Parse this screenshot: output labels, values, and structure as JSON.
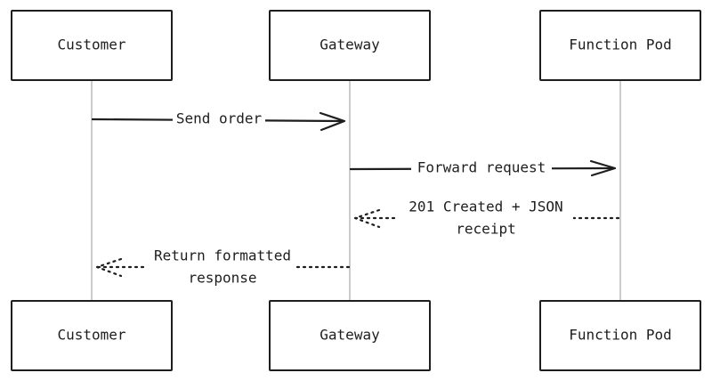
{
  "participants": [
    {
      "id": "customer",
      "label": "Customer"
    },
    {
      "id": "gateway",
      "label": "Gateway"
    },
    {
      "id": "function_pod",
      "label": "Function Pod"
    }
  ],
  "messages": [
    {
      "from": "customer",
      "to": "gateway",
      "style": "solid",
      "lines": [
        "Send order"
      ]
    },
    {
      "from": "gateway",
      "to": "function_pod",
      "style": "solid",
      "lines": [
        "Forward request"
      ]
    },
    {
      "from": "function_pod",
      "to": "gateway",
      "style": "dotted",
      "lines": [
        "201 Created + JSON",
        "receipt"
      ]
    },
    {
      "from": "gateway",
      "to": "customer",
      "style": "dotted",
      "lines": [
        "Return formatted",
        "response"
      ]
    }
  ],
  "colors": {
    "stroke": "#1e1e1e",
    "lifeline": "#9a9a9a",
    "background": "#ffffff"
  }
}
